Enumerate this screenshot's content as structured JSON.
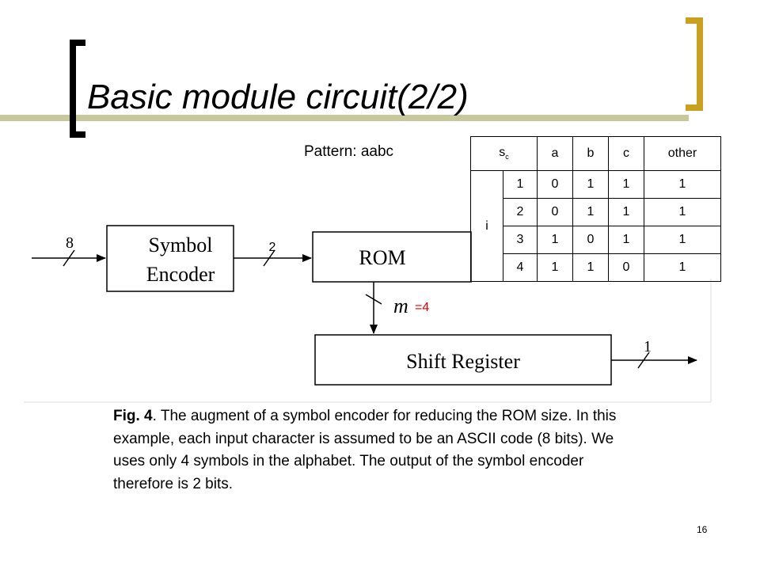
{
  "slide": {
    "title": "Basic module circuit(2/2)",
    "pattern_label": "Pattern: aabc",
    "page_number": "16"
  },
  "diagram": {
    "blocks": {
      "symbol_encoder_line1": "Symbol",
      "symbol_encoder_line2": "Encoder",
      "rom": "ROM",
      "shift_register": "Shift Register"
    },
    "bus_widths": {
      "input": "8",
      "encoder_to_rom": "2",
      "rom_to_shift_var": "m",
      "rom_to_shift_value": "=4",
      "output": "1"
    }
  },
  "table": {
    "corner_main": "s",
    "corner_sub": "c",
    "row_header": "i",
    "columns": [
      "a",
      "b",
      "c",
      "other"
    ],
    "rows": [
      {
        "state": "1",
        "values": [
          "0",
          "1",
          "1",
          "1"
        ]
      },
      {
        "state": "2",
        "values": [
          "0",
          "1",
          "1",
          "1"
        ]
      },
      {
        "state": "3",
        "values": [
          "1",
          "0",
          "1",
          "1"
        ]
      },
      {
        "state": "4",
        "values": [
          "1",
          "1",
          "0",
          "1"
        ]
      }
    ]
  },
  "caption": {
    "prefix": "Fig. 4",
    "text": ". The augment of a symbol encoder for reducing the ROM size. In this example, each input character is assumed to be an ASCII code (8 bits). We uses only 4 symbols in the alphabet. The output of the symbol encoder therefore is 2 bits."
  },
  "colors": {
    "accent_line": "#c9c89a",
    "bracket_right": "#c9a020",
    "highlight_value": "#e00000"
  }
}
